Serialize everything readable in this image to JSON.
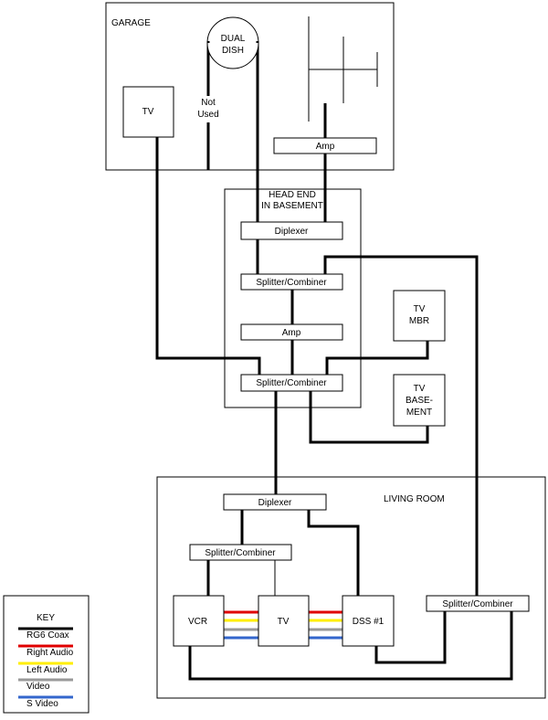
{
  "rooms": {
    "garage": "GARAGE",
    "head_end_line1": "HEAD END",
    "head_end_line2": "IN BASEMENT",
    "living_room": "LIVING ROOM"
  },
  "garage": {
    "dish_line1": "DUAL",
    "dish_line2": "DISH",
    "tv": "TV",
    "not_used_line1": "Not",
    "not_used_line2": "Used",
    "amp": "Amp"
  },
  "head_end": {
    "diplexer": "Diplexer",
    "splitter_top": "Splitter/Combiner",
    "amp": "Amp",
    "splitter_bottom": "Splitter/Combiner"
  },
  "remote_tvs": {
    "mbr_line1": "TV",
    "mbr_line2": "MBR",
    "base_line1": "TV",
    "base_line2": "BASE-",
    "base_line3": "MENT"
  },
  "living": {
    "diplexer": "Diplexer",
    "splitter_left": "Splitter/Combiner",
    "vcr": "VCR",
    "tv": "TV",
    "dss": "DSS #1",
    "splitter_right": "Splitter/Combiner"
  },
  "key": {
    "title": "KEY",
    "items": [
      {
        "label": "RG6 Coax",
        "color": "#000000"
      },
      {
        "label": "Right Audio",
        "color": "#e00000"
      },
      {
        "label": "Left Audio",
        "color": "#ffee00"
      },
      {
        "label": "Video",
        "color": "#999999"
      },
      {
        "label": "S Video",
        "color": "#3366cc"
      }
    ]
  },
  "colors": {
    "coax": "#000000",
    "right_audio": "#e00000",
    "left_audio": "#ffee00",
    "video": "#999999",
    "s_video": "#3366cc"
  }
}
